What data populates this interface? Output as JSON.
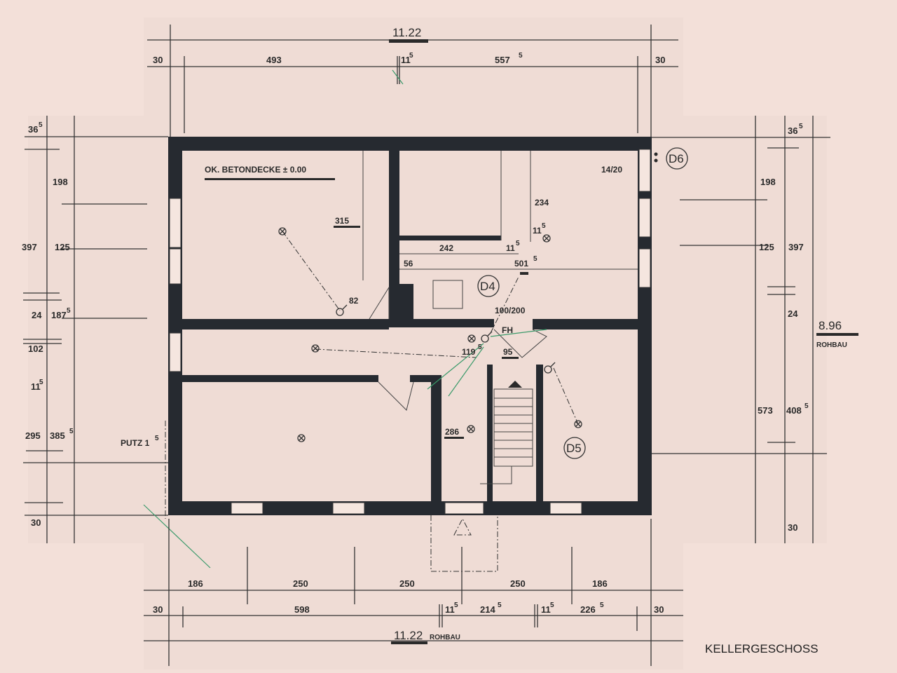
{
  "drawing": {
    "title": "KELLERGESCHOSS",
    "total_width": "11.22",
    "total_width_bottom": "11.22",
    "total_width_bottom_suffix": "ROHBAU",
    "total_depth": "8.96",
    "total_depth_suffix": "ROHBAU",
    "ceiling_note": "OK. BETONDECKE ± 0.00",
    "plaster_note": "PUTZ 1",
    "plaster_sup": "5",
    "fh_label": "FH"
  },
  "top_dimensions": [
    {
      "v": "30"
    },
    {
      "v": "493"
    },
    {
      "v": "11",
      "sup": "5"
    },
    {
      "v": "557",
      "sup": "5"
    },
    {
      "v": "30"
    }
  ],
  "bottom_dimensions_row1": [
    "186",
    "250",
    "250",
    "250",
    "186"
  ],
  "bottom_dimensions_row2": [
    {
      "v": "30"
    },
    {
      "v": "598"
    },
    {
      "v": "11",
      "sup": "5"
    },
    {
      "v": "214",
      "sup": "5"
    },
    {
      "v": "11",
      "sup": "5"
    },
    {
      "v": "226",
      "sup": "5"
    },
    {
      "v": "30"
    }
  ],
  "left_dimensions": {
    "top": {
      "v": "36",
      "sup": "5"
    },
    "a198": "198",
    "a397": "397",
    "a125": "125",
    "a24": "24",
    "a187": {
      "v": "187",
      "sup": "5"
    },
    "a102": "102",
    "a11": {
      "v": "11",
      "sup": "5"
    },
    "a295": "295",
    "a385": {
      "v": "385",
      "sup": "5"
    },
    "a30": "30"
  },
  "right_dimensions": {
    "top": {
      "v": "36",
      "sup": "5"
    },
    "a198": "198",
    "a125": "125",
    "a397": "397",
    "a24": "24",
    "a573": "573",
    "a408": {
      "v": "408",
      "sup": "5"
    },
    "a30": "30"
  },
  "interior_dimensions": {
    "d315": "315",
    "d82": "82",
    "d234": "234",
    "d242": "242",
    "d11a": {
      "v": "11",
      "sup": "5"
    },
    "d11b": {
      "v": "11",
      "sup": "5"
    },
    "d501": {
      "v": "501",
      "sup": "5"
    },
    "d56": "56",
    "d1420": "14/20",
    "d100200": "100/200",
    "d119": {
      "v": "119",
      "sup": "5"
    },
    "d95": "95",
    "d286": "286"
  },
  "detail_markers": [
    "D4",
    "D5",
    "D6"
  ]
}
